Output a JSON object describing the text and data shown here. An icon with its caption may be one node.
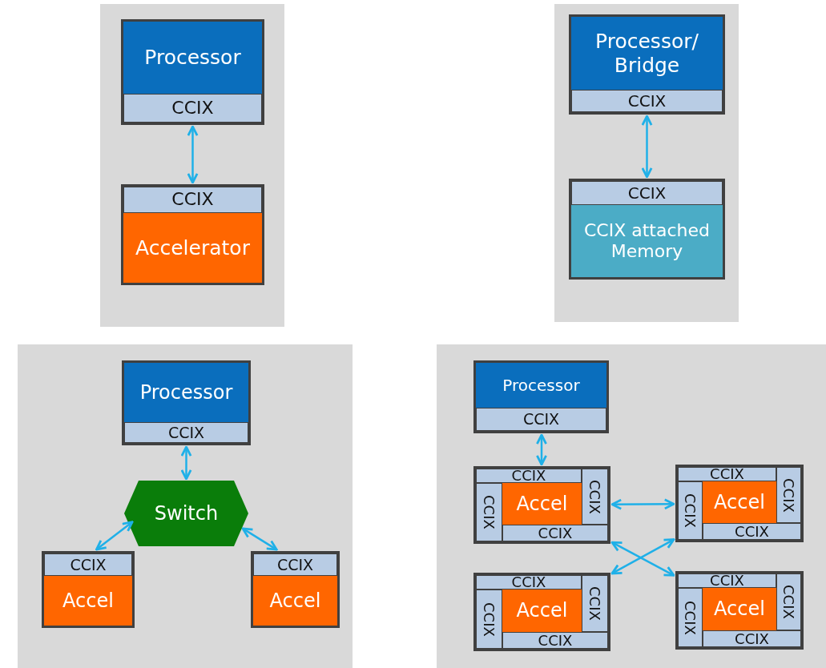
{
  "diagram": {
    "nodes": [
      {
        "text": [],
        "shape": "box"
      },
      {
        "text": [
          "Processor",
          "CCIX"
        ],
        "in": 0
      },
      {
        "text": [
          "CCIX",
          "Accelerator"
        ],
        "in": 0
      },
      {
        "text": [],
        "shape": "box"
      },
      {
        "text": [
          "Processor/ Bridge",
          "CCIX"
        ],
        "in": 3
      },
      {
        "text": [
          "CCIX",
          "CCIX attached Memory"
        ],
        "in": 3
      },
      {
        "text": [],
        "shape": "box"
      },
      {
        "text": [
          "Processor",
          "CCIX"
        ],
        "in": 6
      },
      {
        "text": [
          "Switch"
        ],
        "in": 6
      },
      {
        "text": [
          "CCIX",
          "Accel"
        ],
        "in": 6
      },
      {
        "text": [
          "CCIX",
          "Accel"
        ],
        "in": 6
      },
      {
        "text": [],
        "shape": "box"
      },
      {
        "text": [
          "Processor",
          "CCIX"
        ],
        "in": 11
      },
      {
        "text": [
          "CCIX",
          "CCIX",
          "Accel",
          "CCIX",
          "CCIX"
        ],
        "in": 11
      },
      {
        "text": [
          "CCIX",
          "CCIX",
          "Accel",
          "CCIX",
          "CCIX"
        ],
        "in": 11
      },
      {
        "text": [
          "CCIX",
          "CCIX",
          "Accel",
          "CCIX",
          "CCIX"
        ],
        "in": 11
      },
      {
        "text": [
          "CCIX",
          "CCIX",
          "Accel",
          "CCIX",
          "CCIX"
        ],
        "in": 11
      }
    ],
    "edges": [
      {
        "from": 1,
        "to": 2,
        "arrow": "both"
      },
      {
        "from": 4,
        "to": 5,
        "arrow": "both"
      },
      {
        "from": 7,
        "to": 8,
        "arrow": "both"
      },
      {
        "from": 8,
        "to": 9,
        "arrow": "both"
      },
      {
        "from": 8,
        "to": 10,
        "arrow": "both"
      },
      {
        "from": 12,
        "to": 13,
        "arrow": "both"
      },
      {
        "from": 13,
        "to": 14,
        "arrow": "both"
      },
      {
        "from": 13,
        "to": 16,
        "arrow": "both"
      },
      {
        "from": 15,
        "to": 14,
        "arrow": "both"
      }
    ]
  }
}
